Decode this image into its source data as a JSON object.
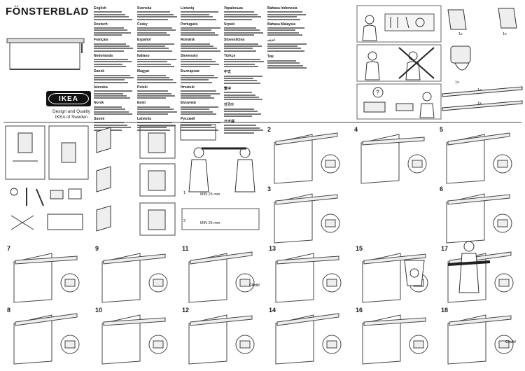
{
  "product_name": "FÖNSTERBLAD",
  "brand": {
    "logo_text": "IKEA",
    "tagline_line1": "Design and Quality",
    "tagline_line2": "IKEA of Sweden"
  },
  "languages": [
    [
      "English",
      "Deutsch",
      "Français",
      "Nederlands",
      "Dansk",
      "Íslenska",
      "Norsk",
      "Suomi"
    ],
    [
      "Svenska",
      "Česky",
      "Español",
      "Italiano",
      "Magyar",
      "Polski",
      "Eesti",
      "Latviešu"
    ],
    [
      "Lietuvių",
      "Português",
      "Română",
      "Slovensky",
      "Български",
      "Hrvatski",
      "Ελληνικά",
      "Русский"
    ],
    [
      "Українська",
      "Srpski",
      "Slovenščina",
      "Türkçe",
      "中文",
      "繁中",
      "한국어",
      "日本語"
    ],
    [
      "Bahasa Indonesia",
      "Bahasa Malaysia",
      "عربي",
      "ไทย",
      "",
      "",
      "",
      ""
    ]
  ],
  "steps": [
    "2",
    "3",
    "4",
    "5",
    "6",
    "7",
    "8",
    "9",
    "10",
    "11",
    "12",
    "13",
    "14",
    "15",
    "16",
    "17",
    "18"
  ],
  "quantities": {
    "qty_1x_a": "1x",
    "qty_1x_b": "1x",
    "qty_1x_c": "1x",
    "qty_1x_d": "1x",
    "qty_1x_e": "1x"
  },
  "labels": {
    "click_1": "Click!",
    "click_2": "Click!",
    "dim_1": "MIN 25 mm",
    "dim_2": "MIN 25 mm",
    "circled_a": "1",
    "circled_b": "2"
  },
  "colors": {
    "line": "#444444",
    "fill": "#eeeeee",
    "ink": "#1a1a1a"
  },
  "icons": [
    "person-icon",
    "drill-icon",
    "tools-icon",
    "cross-icon",
    "question-icon",
    "recycle-bin-icon",
    "hand-icon",
    "window-icon",
    "blind-roll-icon"
  ]
}
